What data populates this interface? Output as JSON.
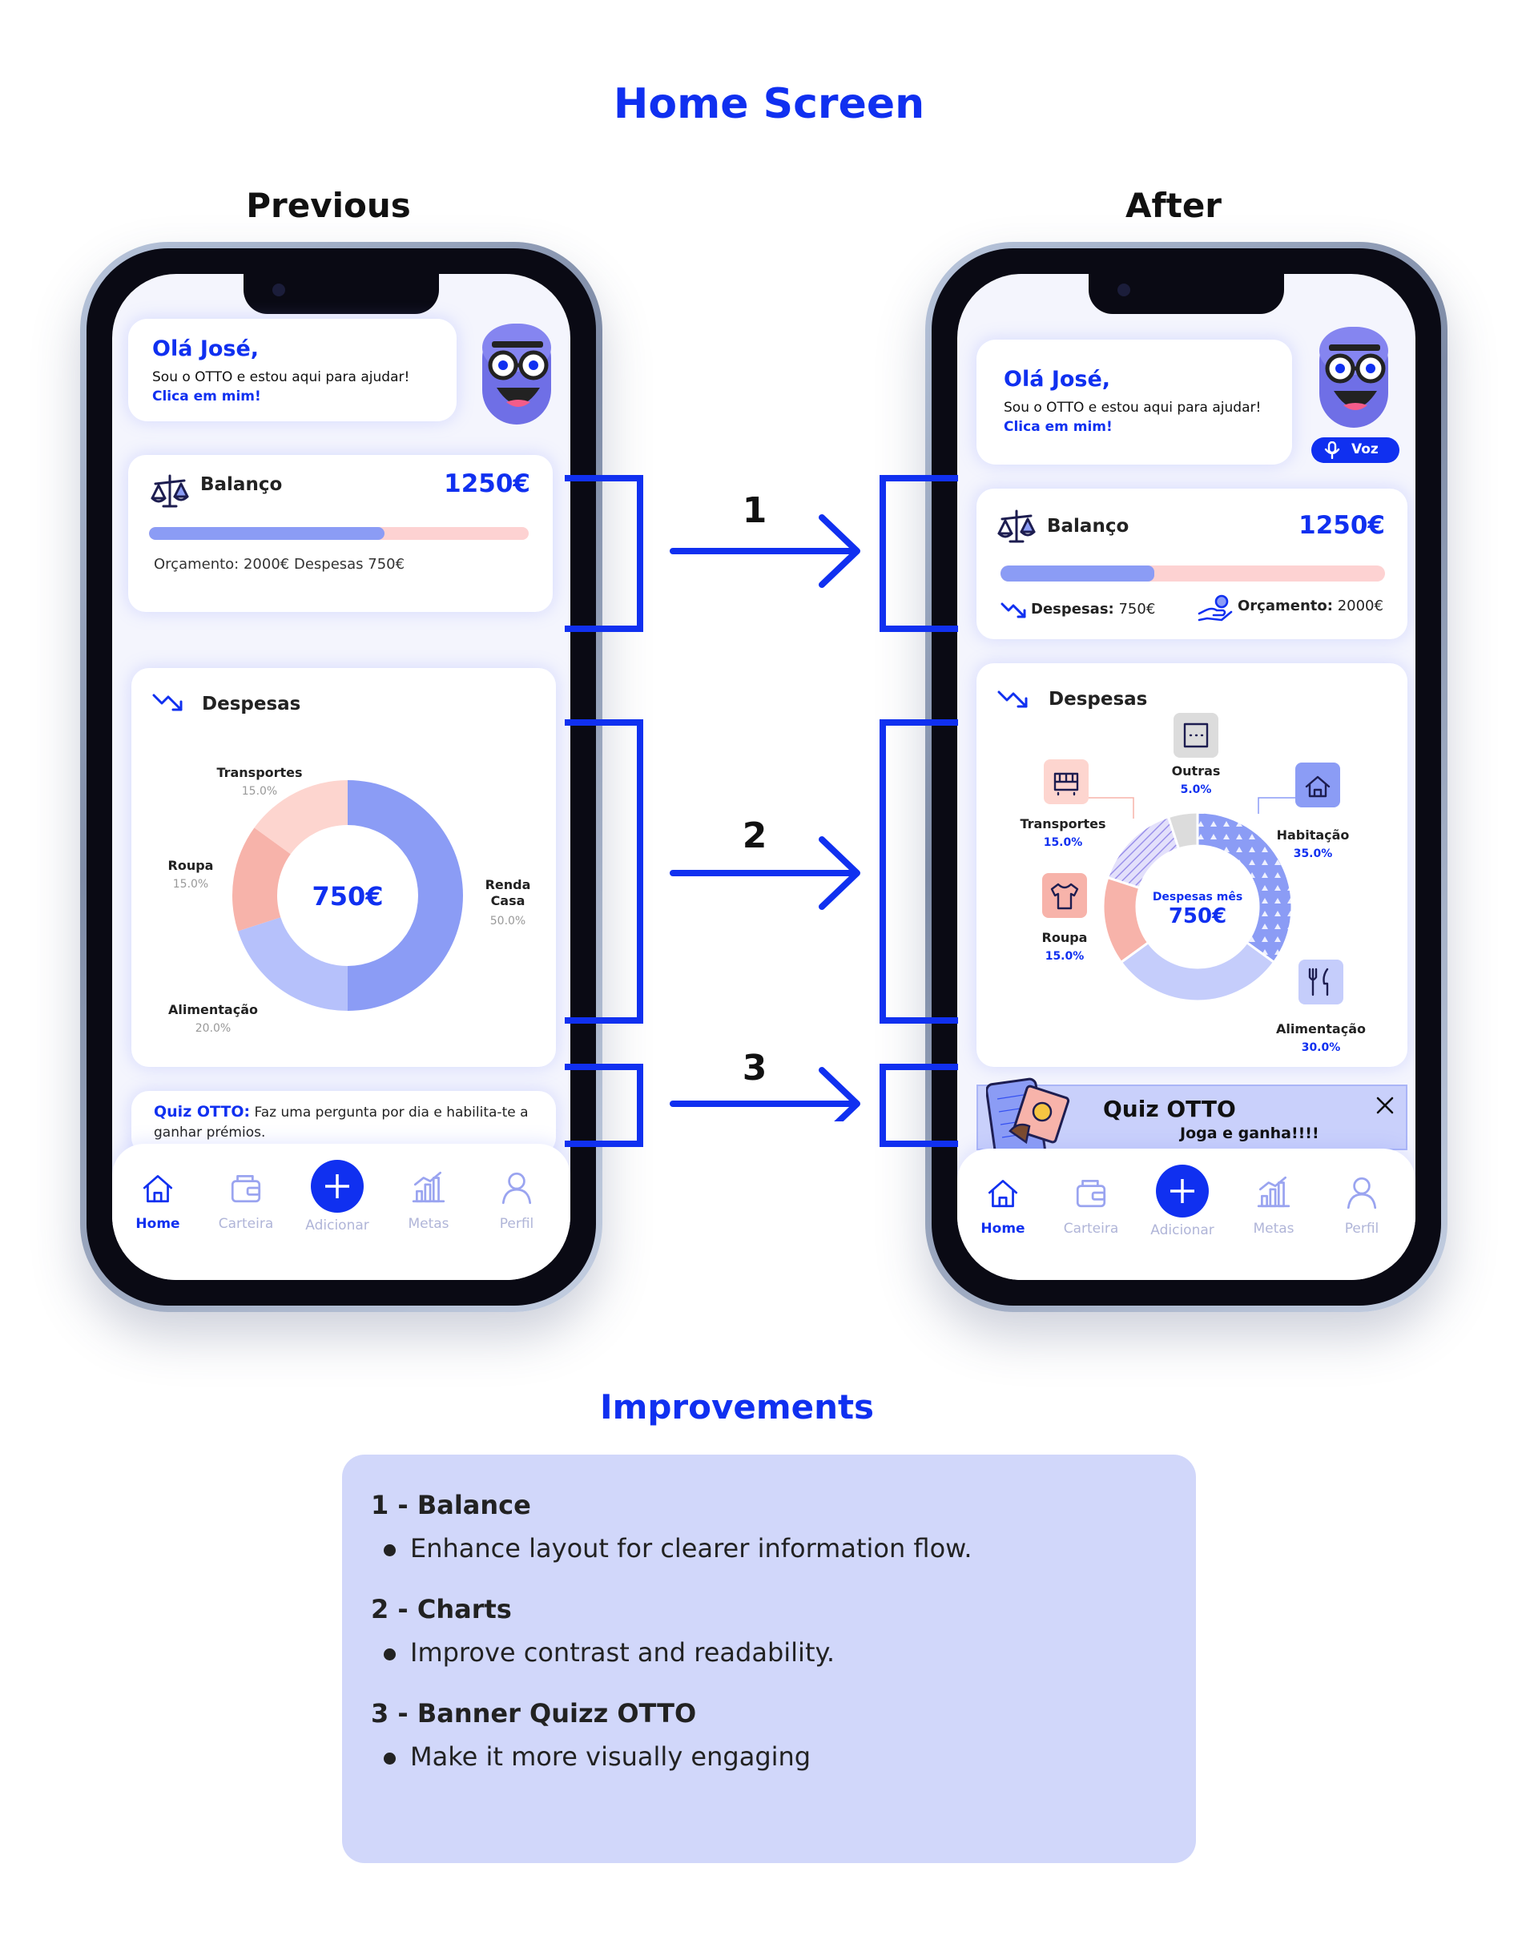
{
  "page": {
    "title": "Home Screen",
    "previous_label": "Previous",
    "after_label": "After"
  },
  "previous": {
    "greeting_title": "Olá José,",
    "greeting_text": "Sou o OTTO e estou aqui para ajudar!",
    "greeting_link": "Clica em mim!",
    "balance_label": "Balanço",
    "balance_amount": "1250€",
    "balance_progress": 0.62,
    "balance_summary": "Orçamento: 2000€ Despesas 750€",
    "expenses_label": "Despesas",
    "center_value": "750€",
    "quiz_title": "Quiz OTTO:",
    "quiz_text": "Faz uma pergunta por dia e habilita-te a ganhar prémios."
  },
  "after": {
    "greeting_title": "Olá José,",
    "greeting_text": "Sou o OTTO e estou aqui para ajudar!",
    "greeting_link": "Clica em mim!",
    "voice_label": "Voz",
    "balance_label": "Balanço",
    "balance_amount": "1250€",
    "balance_progress": 0.4,
    "expenses_key": "Despesas:",
    "expenses_value": "750€",
    "budget_key": "Orçamento:",
    "budget_value": "2000€",
    "expenses_label": "Despesas",
    "center_label": "Despesas mês",
    "center_value": "750€",
    "quiz_title": "Quiz OTTO",
    "quiz_subtitle": "Joga e ganha!!!!"
  },
  "chart_data": [
    {
      "type": "pie",
      "center_label": "750€",
      "categories": [
        "Renda Casa",
        "Alimentação",
        "Roupa",
        "Transportes"
      ],
      "values": [
        50.0,
        20.0,
        15.0,
        15.0
      ],
      "value_labels": [
        "50.0%",
        "20.0%",
        "15.0%",
        "15.0%"
      ],
      "colors": [
        "#8b9cf5",
        "#b6c1fb",
        "#f7b3aa",
        "#fdd5cf"
      ]
    },
    {
      "type": "pie",
      "center_label": "750€",
      "categories": [
        "Habitação",
        "Alimentação",
        "Roupa",
        "Transportes",
        "Outras"
      ],
      "values": [
        35.0,
        30.0,
        15.0,
        15.0,
        5.0
      ],
      "value_labels": [
        "35.0%",
        "30.0%",
        "15.0%",
        "15.0%",
        "5.0%"
      ],
      "colors": [
        "#8b9cf5",
        "#c5cdfb",
        "#f7b3aa",
        "#c6c0f2",
        "#dcdcdc"
      ]
    }
  ],
  "nav": {
    "items": [
      {
        "label": "Home",
        "icon": "home-icon"
      },
      {
        "label": "Carteira",
        "icon": "wallet-icon"
      },
      {
        "label": "Adicionar",
        "icon": "plus-icon"
      },
      {
        "label": "Metas",
        "icon": "bar-chart-icon"
      },
      {
        "label": "Perfil",
        "icon": "user-icon"
      }
    ]
  },
  "comparison": {
    "labels": [
      "1",
      "2",
      "3"
    ]
  },
  "improvements": {
    "title": "Improvements",
    "items": [
      {
        "heading": "1 - Balance",
        "bullet": "Enhance layout for clearer information flow."
      },
      {
        "heading": "2 - Charts",
        "bullet": "Improve contrast and readability."
      },
      {
        "heading": "3 - Banner Quizz OTTO",
        "bullet": "Make it more visually engaging"
      }
    ]
  },
  "colors": {
    "accent": "#1030f0",
    "panel": "#d1d7fa",
    "bar_fill": "#8b9cf5",
    "bar_track": "#fdd2d2"
  }
}
